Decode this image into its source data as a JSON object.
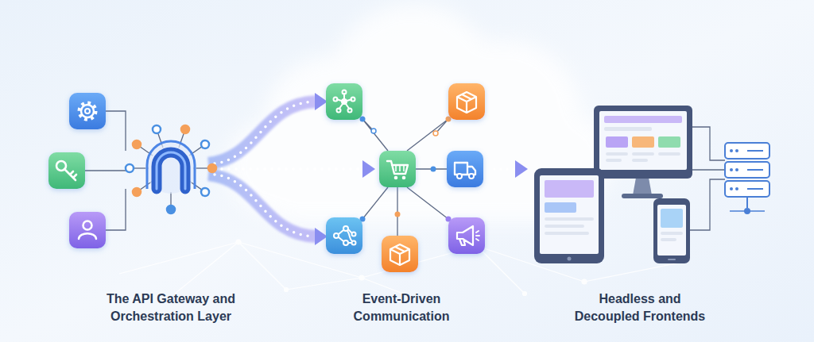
{
  "diagram": {
    "labels": [
      "The API Gateway and Orchestration Layer",
      "Event-Driven Communication",
      "Headless and Decoupled Frontends"
    ]
  }
}
